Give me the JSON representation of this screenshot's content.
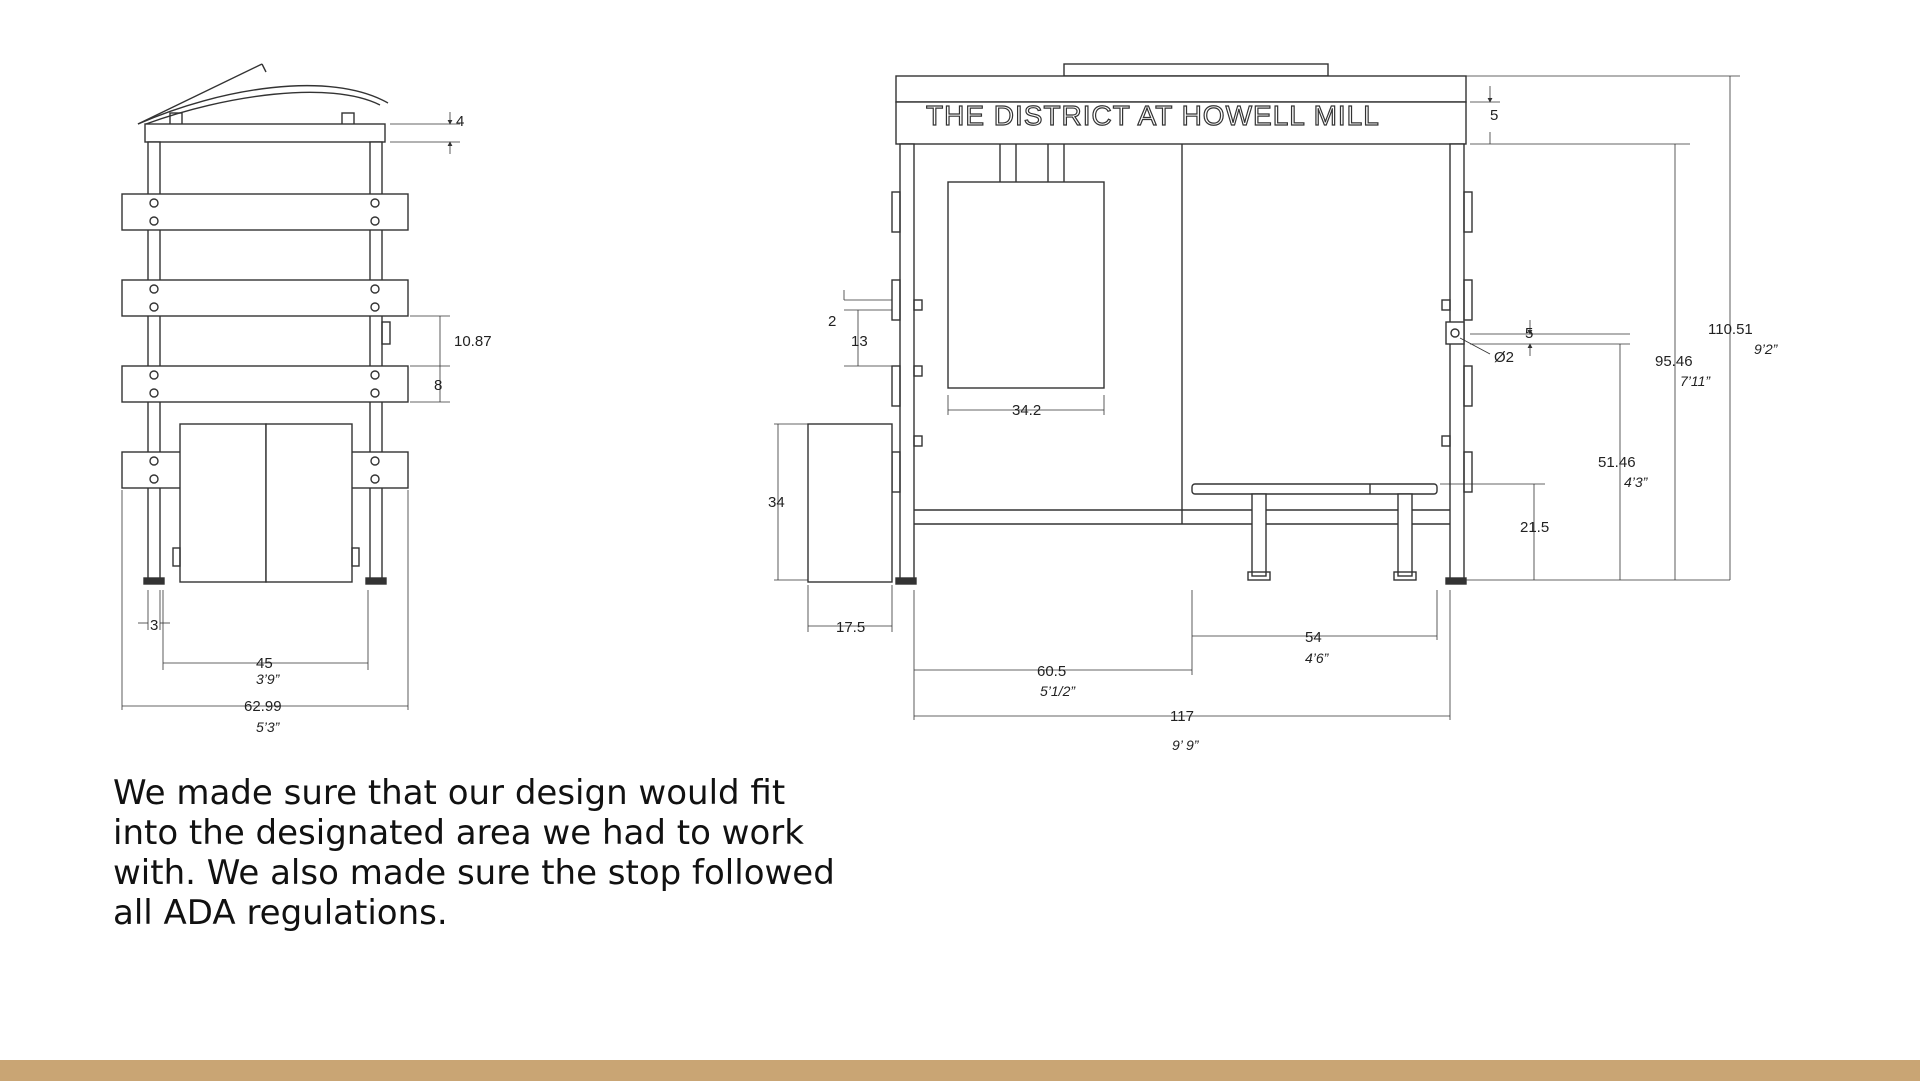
{
  "caption": "We made sure that our design would fit into the designated area we had to work with. We also made sure the stop followed all ADA regulations.",
  "sign_text": "THE DISTRICT AT HOWELL MILL",
  "footer_color": "#c9a574",
  "side_view": {
    "dims": {
      "roof": "4",
      "slat_gap": "10.87",
      "slat": "8",
      "post": "3",
      "inner": "45",
      "inner_ft": "3’9”",
      "overall": "62.99",
      "overall_ft": "5’3”"
    }
  },
  "front_view": {
    "dims": {
      "fascia": "5",
      "map_width": "34.2",
      "bracket_a": "2",
      "bracket_b": "13",
      "bin_height": "34",
      "bin_width": "17.5",
      "button_offset": "5",
      "button_dia": "Ø2",
      "button_height": "51.46",
      "button_height_ft": "4’3”",
      "clear_height": "95.46",
      "clear_height_ft": "7’11”",
      "total_height": "110.51",
      "total_height_ft": "9’2”",
      "bench_height": "21.5",
      "bench_width": "54",
      "bench_width_ft": "4’6”",
      "half_width": "60.5",
      "half_width_ft": "5’1/2”",
      "overall_width": "117",
      "overall_width_ft": "9’ 9”"
    }
  }
}
